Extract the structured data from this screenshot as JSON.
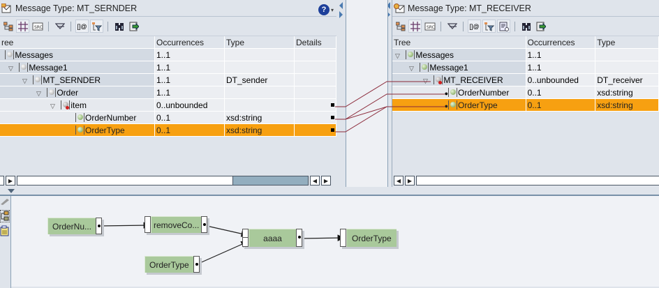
{
  "source": {
    "title": "Message Type: MT_SERNDER",
    "columns": [
      "ree",
      "Occurrences",
      "Type",
      "Details"
    ],
    "toolbar": [
      "tree-view-icon",
      "table-view-icon",
      "src-view-icon",
      "collapse-icon",
      "namespace-icon",
      "filter-icon",
      "find-icon",
      "export-icon"
    ],
    "rows": [
      {
        "name": "Messages",
        "occ": "1..1",
        "type": "",
        "level": 0,
        "icon": "grey",
        "mapped": false
      },
      {
        "name": "Message1",
        "occ": "1..1",
        "type": "",
        "level": 1,
        "icon": "grey",
        "mapped": false
      },
      {
        "name": "MT_SERNDER",
        "occ": "1..1",
        "type": "DT_sender",
        "level": 2,
        "icon": "grey",
        "mapped": false
      },
      {
        "name": "Order",
        "occ": "1..1",
        "type": "",
        "level": 3,
        "icon": "grey",
        "mapped": false
      },
      {
        "name": "item",
        "occ": "0..unbounded",
        "type": "",
        "level": 4,
        "icon": "red",
        "mapped": true
      },
      {
        "name": "OrderNumber",
        "occ": "0..1",
        "type": "xsd:string",
        "level": 5,
        "icon": "green",
        "mapped": true
      },
      {
        "name": "OrderType",
        "occ": "0..1",
        "type": "xsd:string",
        "level": 5,
        "icon": "green",
        "mapped": true,
        "selected": true
      }
    ],
    "scroll_position": 0.78
  },
  "target": {
    "title": "Message Type: MT_RECEIVER",
    "columns": [
      "Tree",
      "Occurrences",
      "Type"
    ],
    "toolbar": [
      "tree-view-icon",
      "table-view-icon",
      "src-view-icon",
      "collapse-icon",
      "namespace-icon",
      "filter-icon",
      "document-icon",
      "find-icon",
      "export-icon"
    ],
    "rows": [
      {
        "name": "Messages",
        "occ": "1..1",
        "type": "",
        "level": 0,
        "icon": "green"
      },
      {
        "name": "Message1",
        "occ": "1..1",
        "type": "",
        "level": 1,
        "icon": "green"
      },
      {
        "name": "MT_RECEIVER",
        "occ": "0..unbounded",
        "type": "DT_receiver",
        "level": 2,
        "icon": "red"
      },
      {
        "name": "OrderNumber",
        "occ": "0..1",
        "type": "xsd:string",
        "level": 3,
        "icon": "green"
      },
      {
        "name": "OrderType",
        "occ": "0..1",
        "type": "xsd:string",
        "level": 3,
        "icon": "green",
        "selected": true
      }
    ]
  },
  "mappings": [
    {
      "from": "item",
      "to": "MT_RECEIVER"
    },
    {
      "from": "OrderNumber",
      "to": "OrderNumber"
    },
    {
      "from": "OrderNumber",
      "to": "OrderType"
    },
    {
      "from": "OrderType",
      "to": "OrderType"
    }
  ],
  "graph": {
    "nodes": {
      "src_ordernumber": "OrderNu...",
      "fn_remove": "removeCo...",
      "src_ordertype": "OrderType",
      "fn_aaaa": "aaaa",
      "tgt_ordertype": "OrderType"
    }
  },
  "colors": {
    "selected_row": "#f7a011",
    "mapping_line": "#8b2a3a",
    "function_box": "#a9c99b"
  }
}
